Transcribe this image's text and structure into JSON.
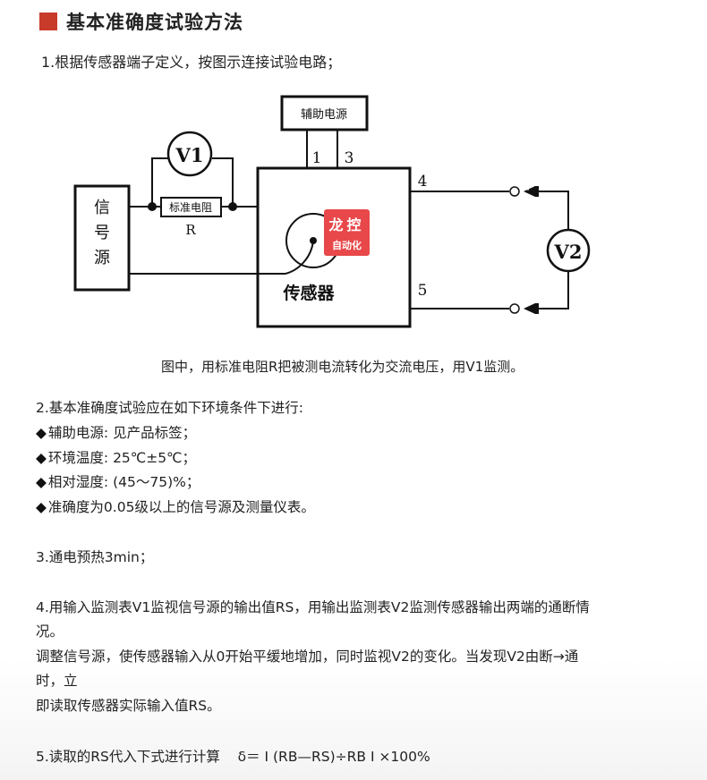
{
  "header": {
    "title": "基本准确度试验方法"
  },
  "step1": {
    "text": "1.根据传感器端子定义，按图示连接试验电路；"
  },
  "diagram": {
    "aux_power": "辅助电源",
    "terminal_1": "1",
    "terminal_3": "3",
    "terminal_4": "4",
    "terminal_5": "5",
    "signal_source": [
      "信",
      "号",
      "源"
    ],
    "meter_v1": "V1",
    "meter_v2": "V2",
    "resistor_label": "标准电阻",
    "resistor_symbol": "R",
    "sensor_label": "传感器",
    "watermark_top": "龙控",
    "watermark_bottom": "自动化"
  },
  "caption": {
    "text": "图中，用标准电阻R把被测电流转化为交流电压，用V1监测。"
  },
  "step2": {
    "intro": "2.基本准确度试验应在如下环境条件下进行:",
    "bullet_symbol": "◆",
    "items": [
      "辅助电源: 见产品标签；",
      "环境温度: 25℃±5℃；",
      "相对湿度: (45～75)%；",
      "准确度为0.05级以上的信号源及测量仪表。"
    ]
  },
  "step3": {
    "text": "3.通电预热3min；"
  },
  "step4": {
    "lines": [
      "4.用输入监测表V1监视信号源的输出值RS，用输出监测表V2监测传感器输出两端的通断情",
      "况。",
      "调整信号源，使传感器输入从0开始平缓地增加，同时监视V2的变化。当发现V2由断→通",
      "时，立",
      "即读取传感器实际输入值RS。"
    ]
  },
  "step5": {
    "text": "5.读取的RS代入下式进行计算    δ＝ I (RB—RS)÷RB I ×100%"
  }
}
